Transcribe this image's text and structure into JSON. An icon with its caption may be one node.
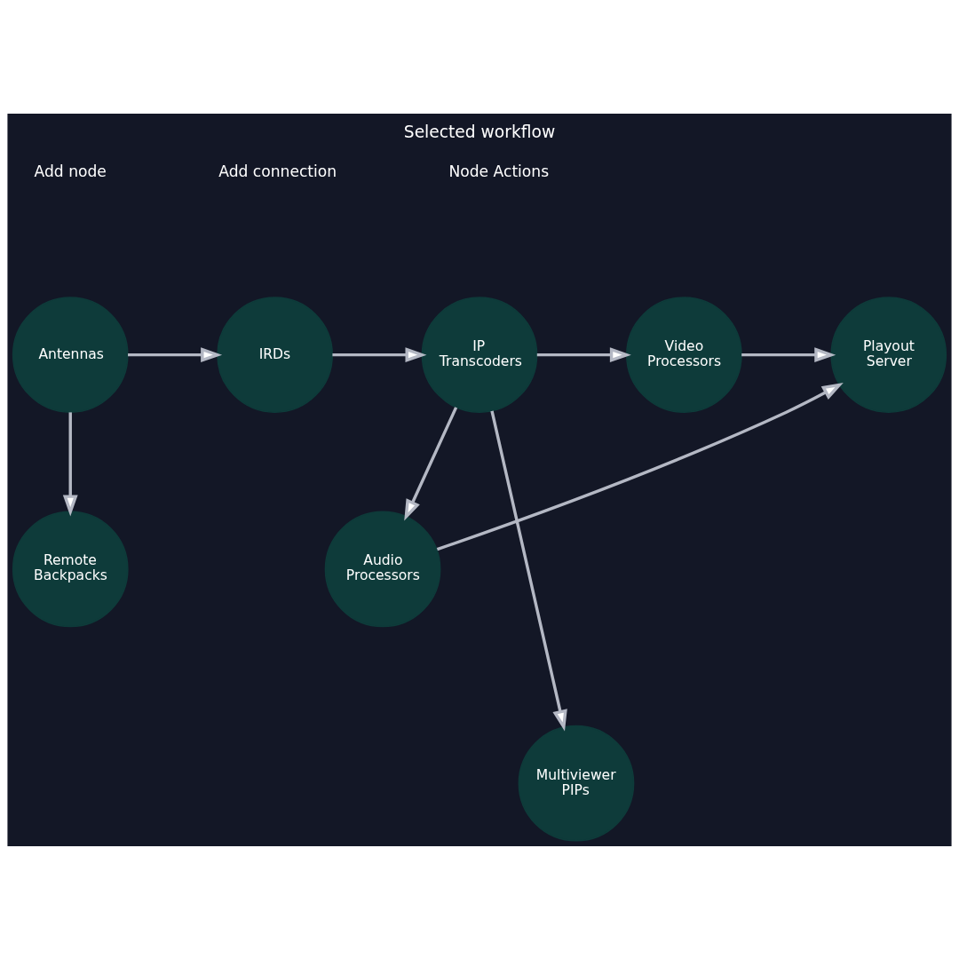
{
  "diagram": {
    "title": "Selected workflow",
    "nodes": [
      {
        "text": [
          "Antennas"
        ]
      },
      {
        "text": [
          "IRDs"
        ]
      },
      {
        "text": [
          "IP Transcoders"
        ]
      },
      {
        "text": [
          "Video Processors"
        ]
      },
      {
        "text": [
          "Playout Server"
        ]
      },
      {
        "text": [
          "Remote Backpacks"
        ]
      },
      {
        "text": [
          "Audio Processors"
        ]
      },
      {
        "text": [
          "Multiviewer PIPs"
        ]
      }
    ],
    "edges": [
      {
        "from": 0,
        "to": 1,
        "arrow": "to"
      },
      {
        "from": 0,
        "to": 5,
        "arrow": "to"
      },
      {
        "from": 1,
        "to": 2,
        "arrow": "to"
      },
      {
        "from": 2,
        "to": 3,
        "arrow": "to"
      },
      {
        "from": 3,
        "to": 4,
        "arrow": "to"
      },
      {
        "from": 2,
        "to": 6,
        "arrow": "to"
      },
      {
        "from": 6,
        "to": 4,
        "arrow": "to"
      },
      {
        "from": 2,
        "to": 7,
        "arrow": "to"
      }
    ],
    "labels": [
      "Add node",
      "Add connection",
      "Node Actions"
    ]
  }
}
